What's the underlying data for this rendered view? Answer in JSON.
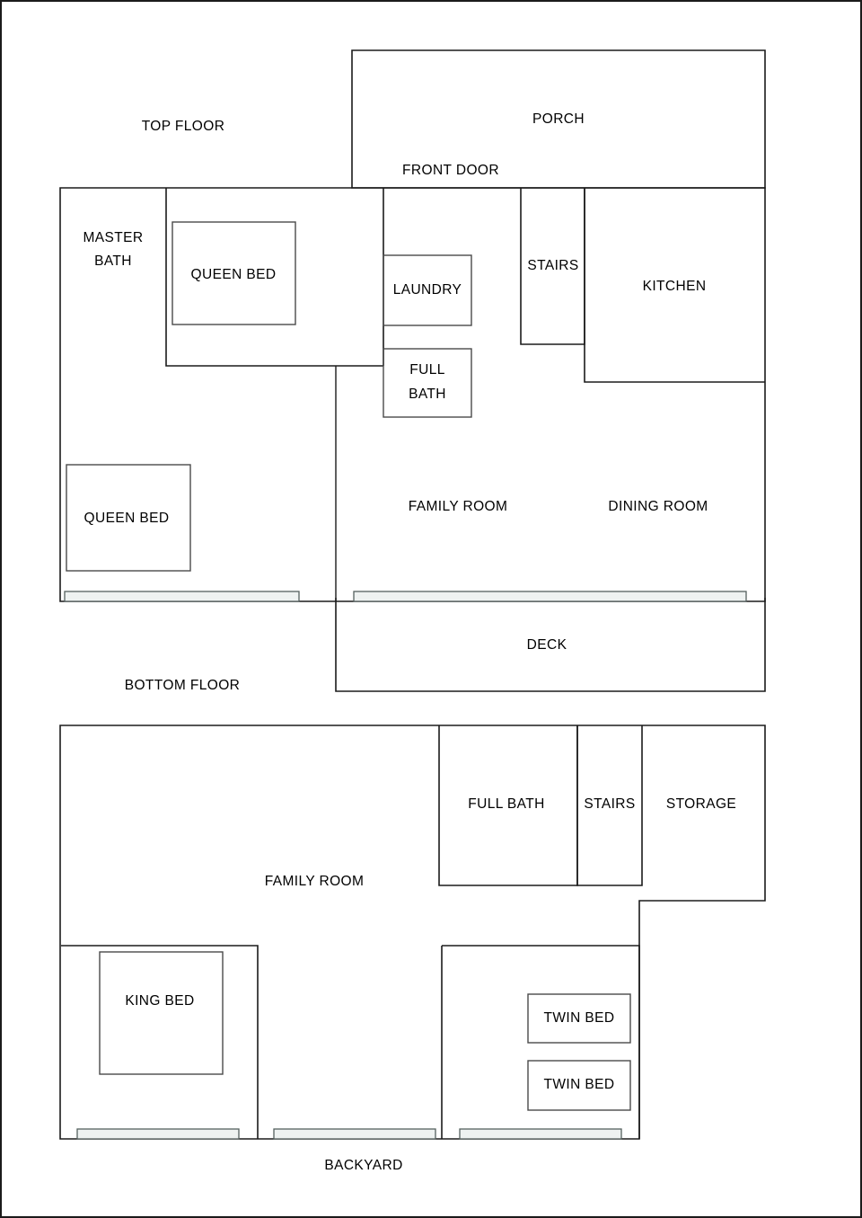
{
  "plan": {
    "title": "House Floor Plan",
    "line_color": "#1b1b1b",
    "thin_line_color": "#4a4a4a",
    "door_fill": "#eef2f1",
    "background": "#ffffff"
  },
  "floors": [
    {
      "id": "top-floor",
      "label": "TOP FLOOR"
    },
    {
      "id": "bottom-floor",
      "label": "BOTTOM FLOOR"
    }
  ],
  "exterior": {
    "porch": "PORCH",
    "front_door": "FRONT DOOR",
    "deck": "DECK",
    "backyard": "BACKYARD"
  },
  "top_floor_rooms": [
    {
      "id": "master-bath",
      "label": "MASTER BATH",
      "line1": "MASTER",
      "line2": "BATH"
    },
    {
      "id": "master-queen-bed",
      "label": "QUEEN BED"
    },
    {
      "id": "laundry",
      "label": "LAUNDRY"
    },
    {
      "id": "full-bath",
      "label": "FULL BATH",
      "line1": "FULL",
      "line2": "BATH"
    },
    {
      "id": "stairs",
      "label": "STAIRS"
    },
    {
      "id": "kitchen",
      "label": "KITCHEN"
    },
    {
      "id": "second-queen-bed",
      "label": "QUEEN BED"
    },
    {
      "id": "family-room",
      "label": "FAMILY ROOM"
    },
    {
      "id": "dining-room",
      "label": "DINING ROOM"
    }
  ],
  "bottom_floor_rooms": [
    {
      "id": "family-room",
      "label": "FAMILY ROOM"
    },
    {
      "id": "full-bath",
      "label": "FULL BATH"
    },
    {
      "id": "stairs",
      "label": "STAIRS"
    },
    {
      "id": "storage",
      "label": "STORAGE"
    },
    {
      "id": "king-bed",
      "label": "KING BED"
    },
    {
      "id": "twin-bed-1",
      "label": "TWIN BED"
    },
    {
      "id": "twin-bed-2",
      "label": "TWIN BED"
    }
  ],
  "labels": {
    "top_floor": "TOP FLOOR",
    "bottom_floor": "BOTTOM FLOOR",
    "porch": "PORCH",
    "front_door": "FRONT DOOR",
    "master_bath_l1": "MASTER",
    "master_bath_l2": "BATH",
    "queen_bed_master": "QUEEN BED",
    "laundry": "LAUNDRY",
    "full_bath_l1": "FULL",
    "full_bath_l2": "BATH",
    "stairs_top": "STAIRS",
    "kitchen": "KITCHEN",
    "queen_bed_second": "QUEEN BED",
    "family_room_top": "FAMILY ROOM",
    "dining_room": "DINING ROOM",
    "deck": "DECK",
    "family_room_bottom": "FAMILY ROOM",
    "full_bath_bottom": "FULL BATH",
    "stairs_bottom": "STAIRS",
    "storage": "STORAGE",
    "king_bed": "KING BED",
    "twin_bed_1": "TWIN BED",
    "twin_bed_2": "TWIN BED",
    "backyard": "BACKYARD"
  }
}
